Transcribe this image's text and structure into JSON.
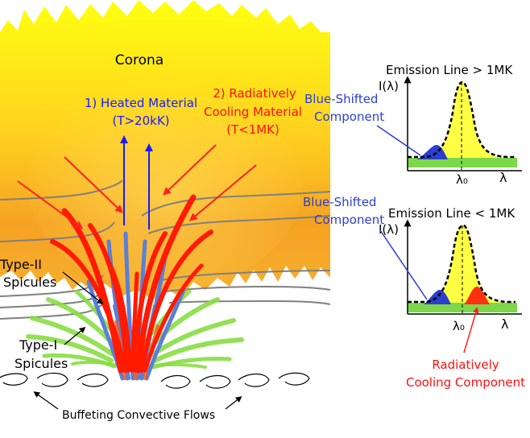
{
  "diagram": {
    "labels": {
      "corona": "Corona",
      "heated_line1": "1) Heated Material",
      "heated_line2": "(T>20kK)",
      "cooling_line1": "2) Radiatively",
      "cooling_line2": "Cooling Material",
      "cooling_line3": "(T<1MK)",
      "type2_line1": "Type-II",
      "type2_line2": "Spicules",
      "type1_line1": "Type-I",
      "type1_line2": "Spicules",
      "convective": "Buffeting Convective Flows"
    },
    "panel_top": {
      "title": "Emission Line > 1MK",
      "ylabel": "I(λ)",
      "xlabel": "λ",
      "center_label": "λ₀",
      "component_line1": "Blue-Shifted",
      "component_line2": "Component"
    },
    "panel_bottom": {
      "title": "Emission Line < 1MK",
      "ylabel": "I(λ)",
      "xlabel": "λ",
      "center_label": "λ₀",
      "component_line1": "Blue-Shifted",
      "component_line2": "Component",
      "red_line1": "Radiatively",
      "red_line2": "Cooling Component"
    },
    "colors": {
      "corona_top": "#ffff00",
      "corona_bottom": "#f0a020",
      "heated_arrow": "#1a1aff",
      "cooling_arrow": "#ff2020",
      "type2_spicule": "#ff1a00",
      "blue_spicule": "#5a7fd8",
      "type1_spicule": "#88dd44",
      "field_line": "#808080",
      "profile_fill": "#ffff44",
      "continuum": "#7cd84a",
      "blue_component": "#2a3fd0",
      "red_component": "#ff3010"
    }
  }
}
